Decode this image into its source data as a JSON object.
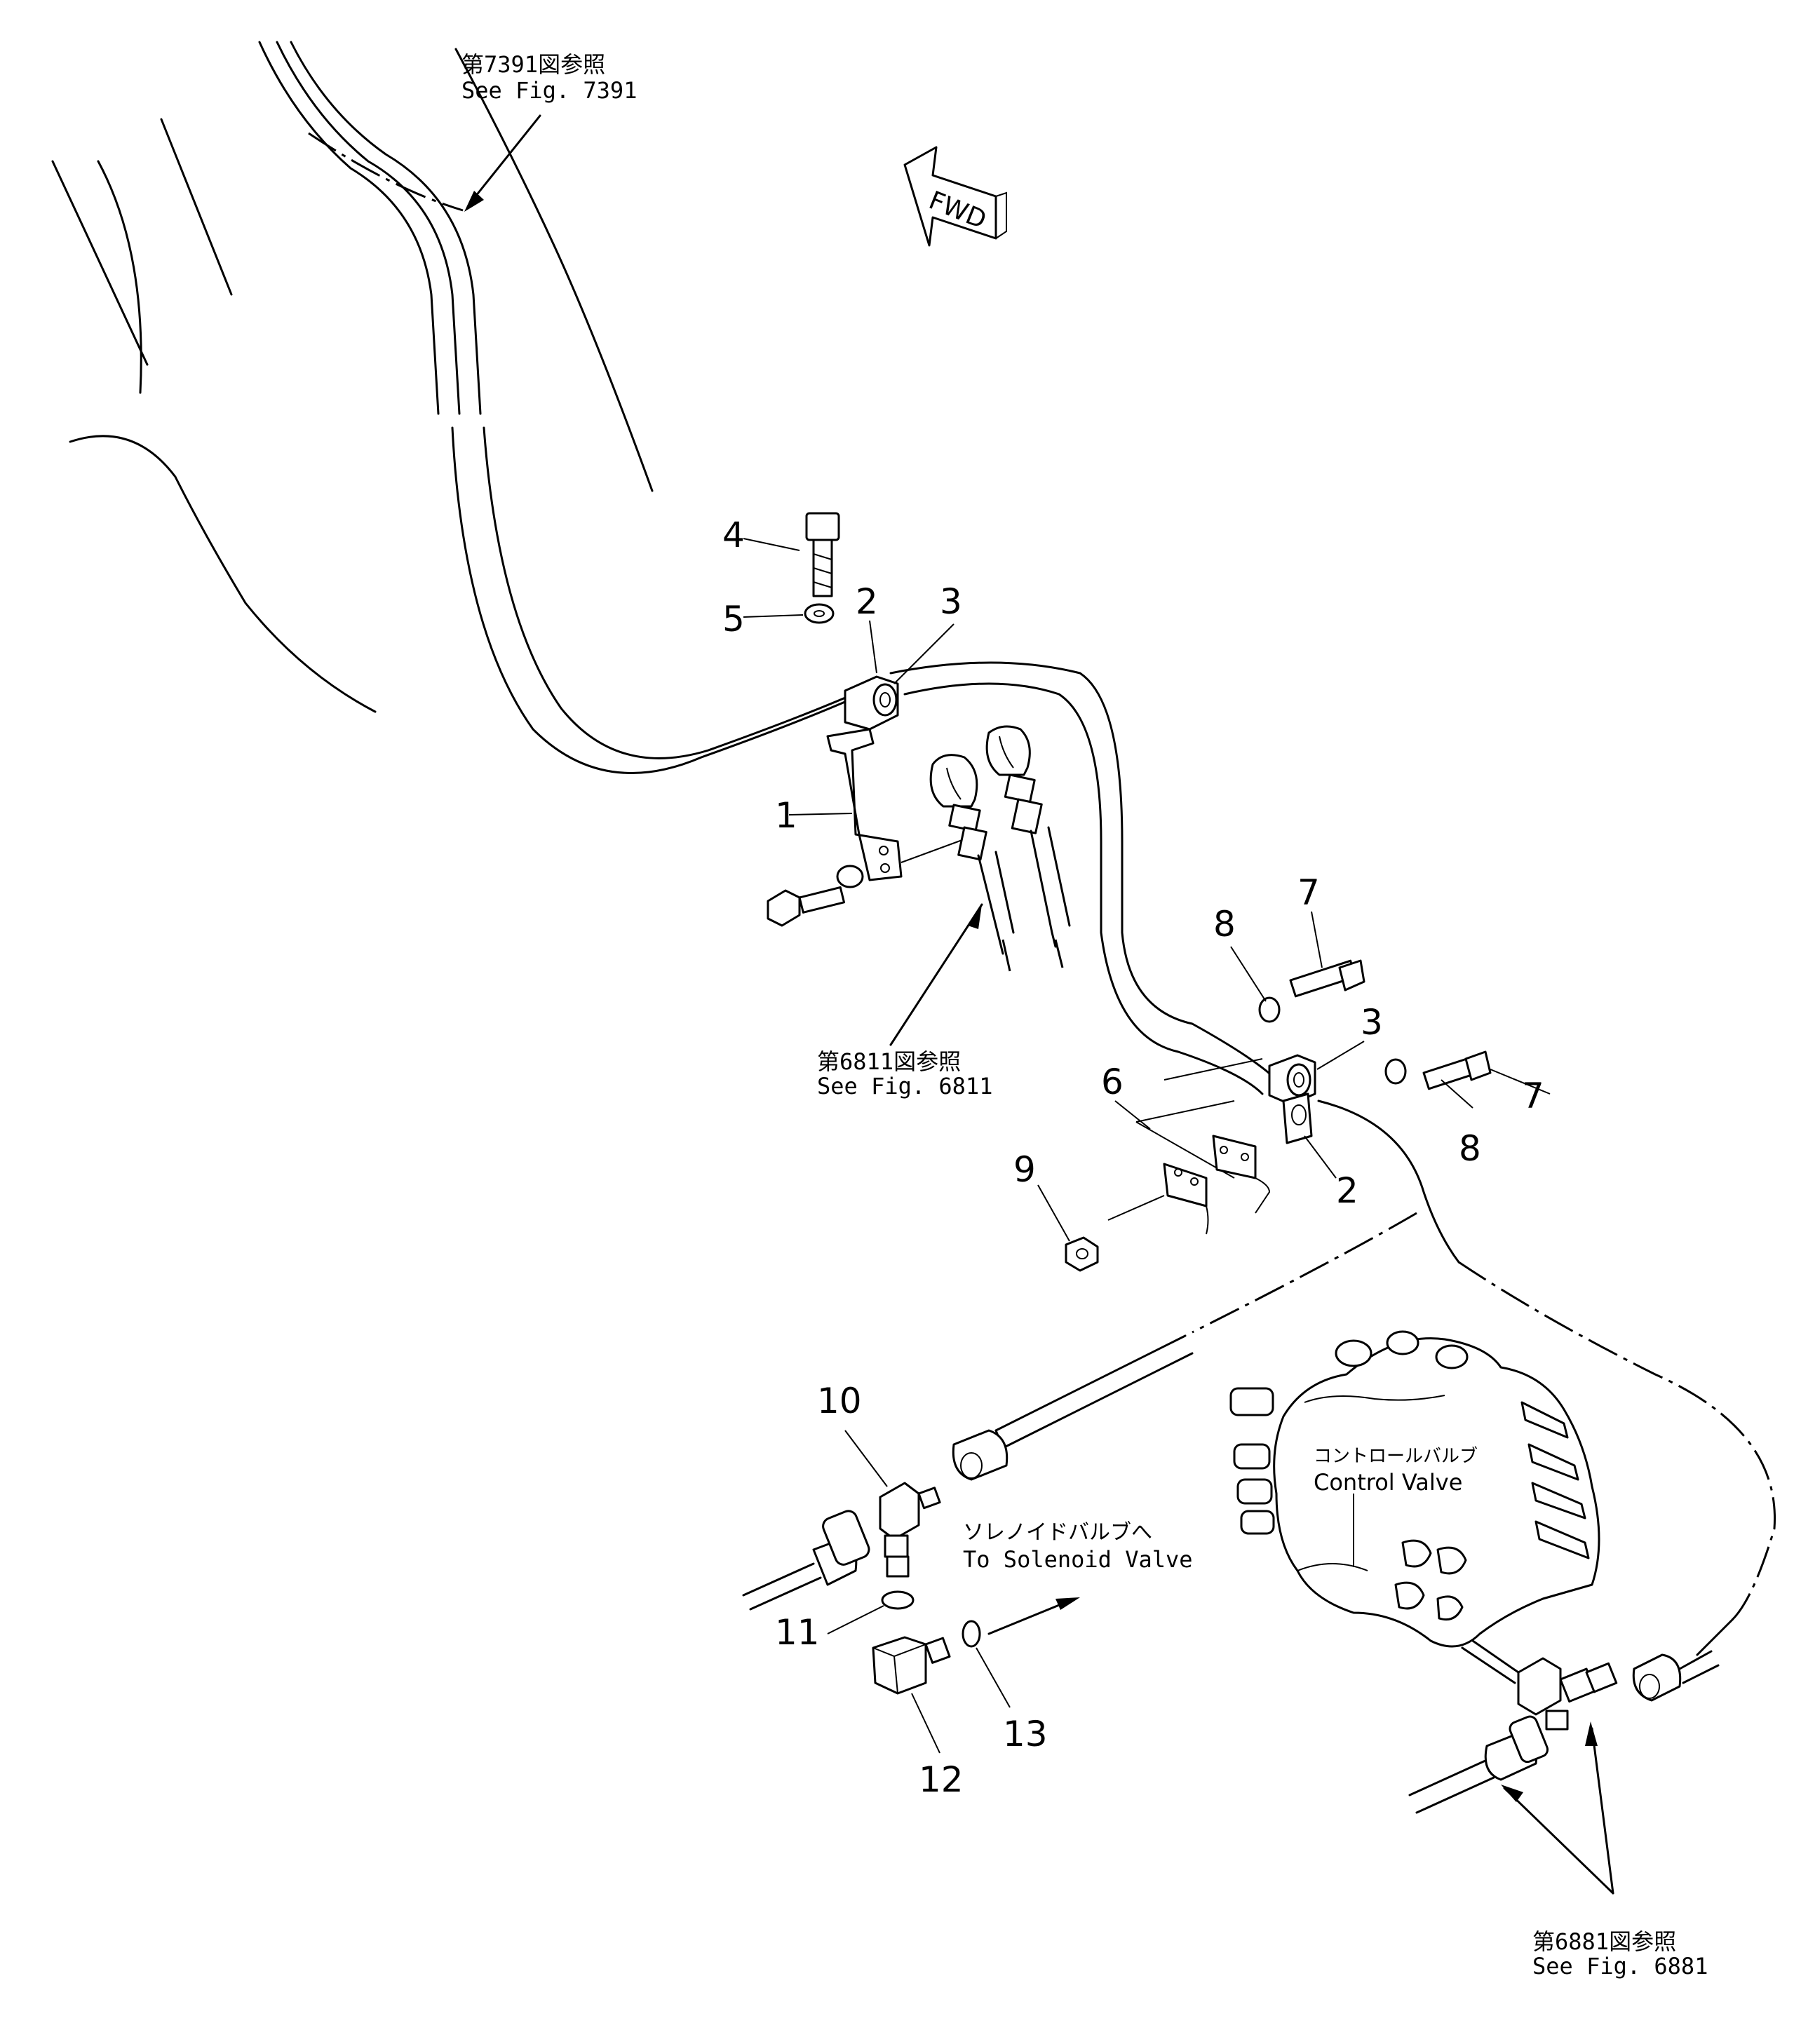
{
  "references": {
    "fig7391_jp": "第7391図参照",
    "fig7391_en": "See  Fig. 7391",
    "fig6811_jp": "第6811図参照",
    "fig6811_en": "See  Fig. 6811",
    "fig6881_jp": "第6881図参照",
    "fig6881_en": "See  Fig. 6881"
  },
  "fwd_label": "FWD",
  "control_valve": {
    "jp": "コントロールバルブ",
    "en": "Control  Valve"
  },
  "solenoid": {
    "jp": "ソレノイドバルブへ",
    "en": "To  Solenoid  Valve"
  },
  "part_numbers": {
    "p1": "1",
    "p2a": "2",
    "p2b": "2",
    "p3a": "3",
    "p3b": "3",
    "p4": "4",
    "p5": "5",
    "p6": "6",
    "p7a": "7",
    "p7b": "7",
    "p8a": "8",
    "p8b": "8",
    "p9": "9",
    "p10": "10",
    "p11": "11",
    "p12": "12",
    "p13": "13"
  }
}
